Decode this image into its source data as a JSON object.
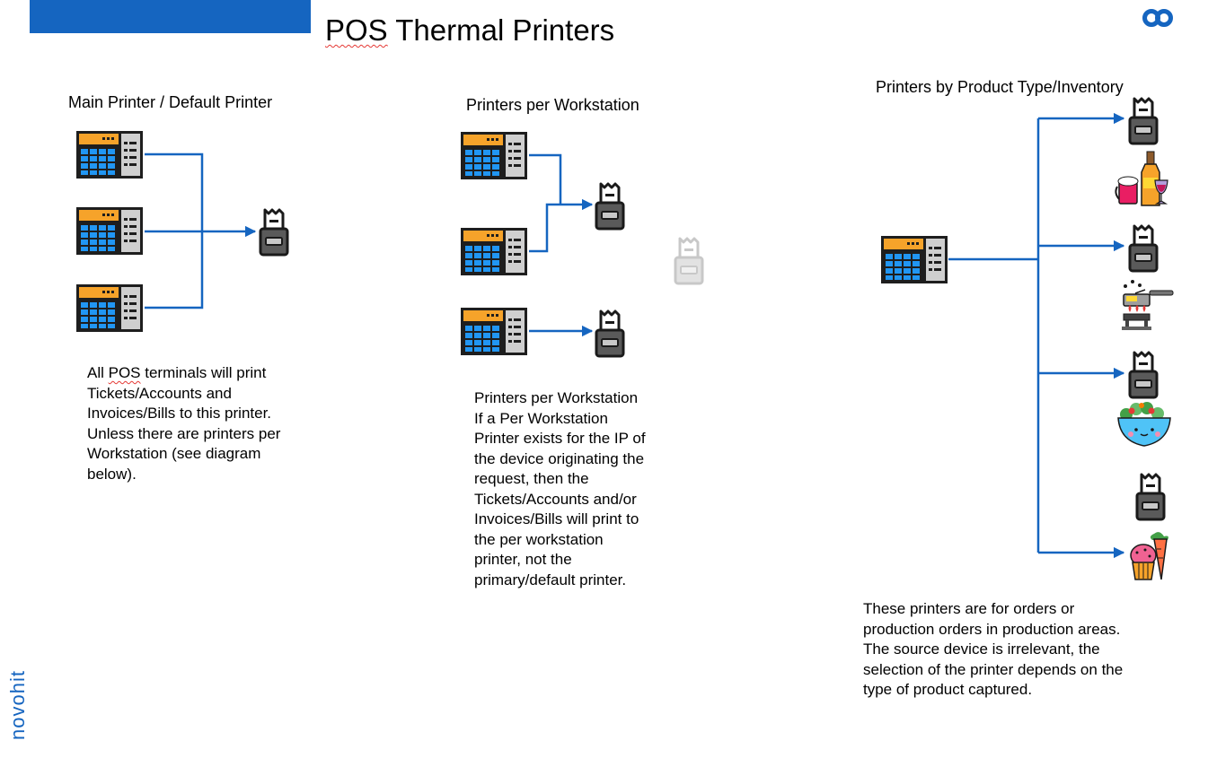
{
  "header": {
    "title_word": "POS",
    "title_rest": " Thermal Printers",
    "brand": "novohit",
    "logo_icon": "novohit-logo-icon",
    "accent_color": "#1565c0"
  },
  "sections": {
    "main": {
      "heading": "Main Printer / Default Printer",
      "desc_lead": "All ",
      "desc_word": "POS",
      "desc_rest": " terminals will print\nTickets/Accounts and\nInvoices/Bills to this printer.\nUnless there are printers per\nWorkstation (see diagram\nbelow)."
    },
    "workstation": {
      "heading": "Printers per Workstation",
      "desc": "Printers per Workstation\nIf a Per Workstation\nPrinter exists for the IP of\nthe device originating the\nrequest, then the\nTickets/Accounts and/or\nInvoices/Bills will print to\nthe per workstation\nprinter, not the\nprimary/default printer."
    },
    "product": {
      "heading": "Printers by Product Type/Inventory",
      "desc": "These printers are for orders or\nproduction orders in production areas.\nThe source device is irrelevant, the\nselection of the printer depends on the\ntype of product captured.",
      "product_icons": [
        "drinks-icon",
        "cooking-pan-icon",
        "salad-bowl-icon",
        "cupcake-carrot-icon"
      ]
    }
  }
}
